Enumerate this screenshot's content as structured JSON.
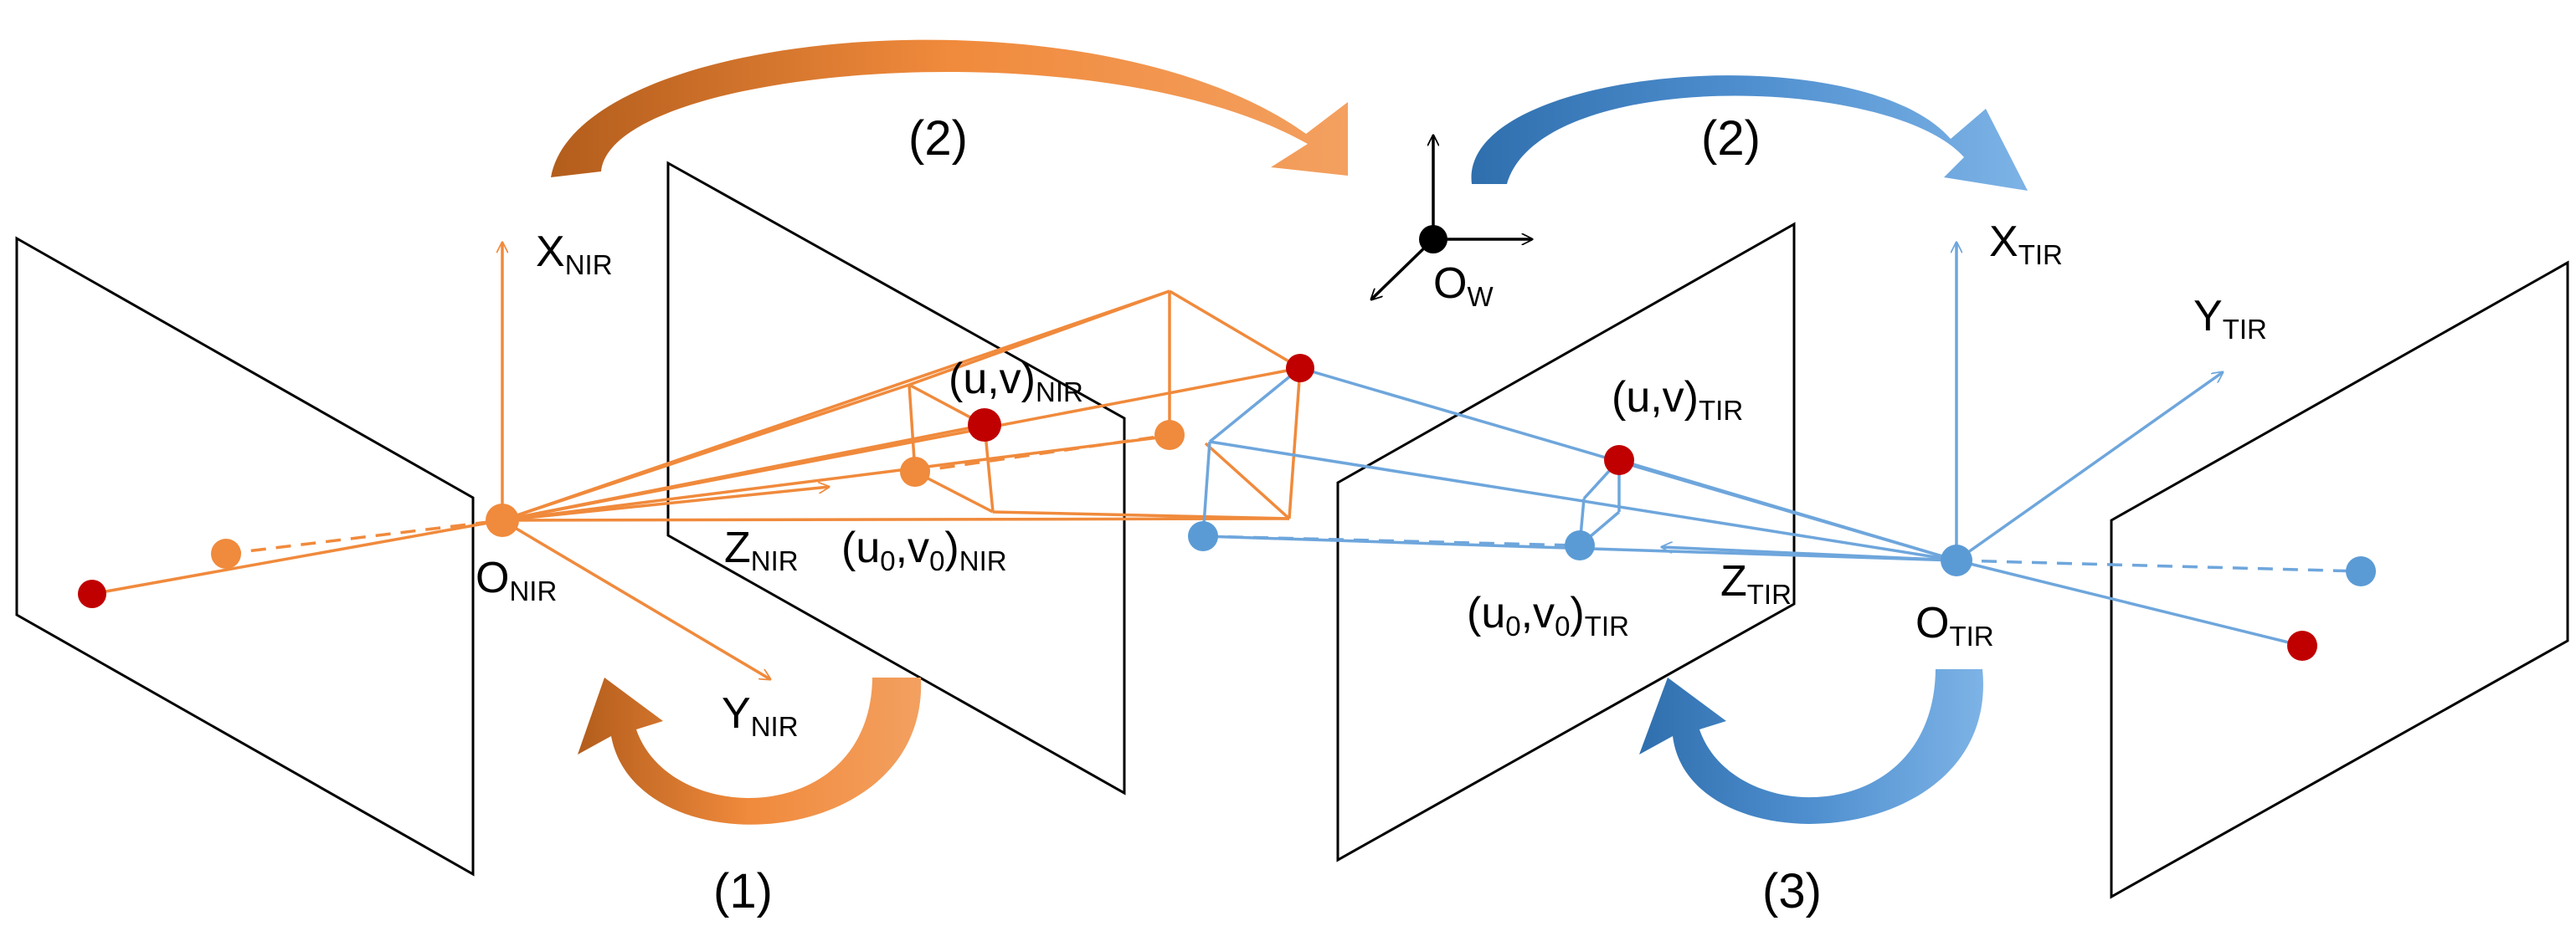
{
  "colors": {
    "nir": "#f08a3c",
    "nir_dark": "#c96a22",
    "tir": "#6ea6dc",
    "tir_dark": "#3f7fbd",
    "point": "#c00000",
    "frame": "#000000",
    "world": "#000000"
  },
  "labels": {
    "x_nir": {
      "main": "X",
      "sub": "NIR"
    },
    "y_nir": {
      "main": "Y",
      "sub": "NIR"
    },
    "z_nir": {
      "main": "Z",
      "sub": "NIR"
    },
    "o_nir": {
      "main": "O",
      "sub": "NIR"
    },
    "uv_nir": {
      "main": "(u,v)",
      "sub": "NIR"
    },
    "u0v0_nir": {
      "main1": "(u",
      "sub1": "0",
      "main2": ",v",
      "sub2": "0",
      "main3": ")",
      "sub3": "NIR"
    },
    "x_tir": {
      "main": "X",
      "sub": "TIR"
    },
    "y_tir": {
      "main": "Y",
      "sub": "TIR"
    },
    "z_tir": {
      "main": "Z",
      "sub": "TIR"
    },
    "o_tir": {
      "main": "O",
      "sub": "TIR"
    },
    "uv_tir": {
      "main": "(u,v)",
      "sub": "TIR"
    },
    "u0v0_tir": {
      "main1": "(u",
      "sub1": "0",
      "main2": ",v",
      "sub2": "0",
      "main3": ")",
      "sub3": "TIR"
    },
    "o_w": {
      "main": "O",
      "sub": "W"
    }
  },
  "steps": {
    "step1": "(1)",
    "step2_left": "(2)",
    "step2_right": "(2)",
    "step3": "(3)"
  }
}
